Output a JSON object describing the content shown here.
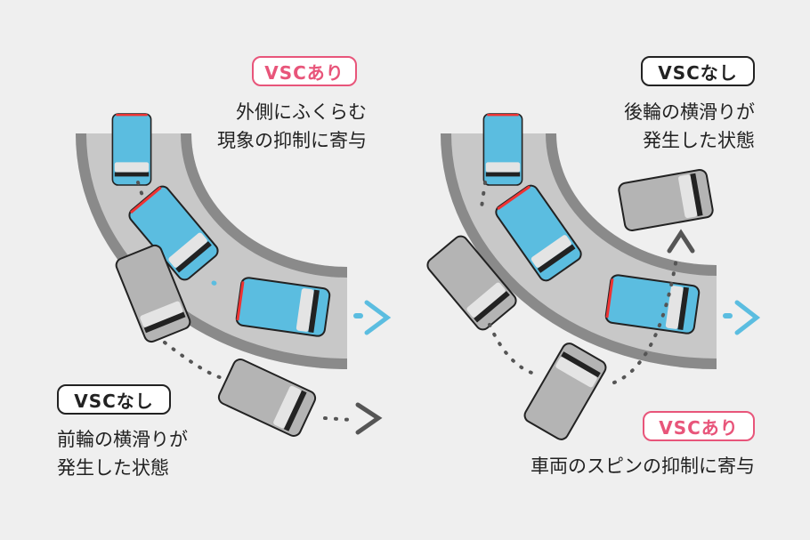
{
  "colors": {
    "vehicle_vsc": "#5bbde0",
    "vehicle_no_vsc": "#b4b4b4",
    "road": "#c8c8c8",
    "curb": "#8a8a8a",
    "accent_on": "#e8557a",
    "background": "#efefef"
  },
  "left_panel": {
    "vsc_on": {
      "badge": "VSCあり",
      "lines": [
        "外側にふくらむ",
        "現象の抑制に寄与"
      ]
    },
    "vsc_off": {
      "badge": "VSCなし",
      "lines": [
        "前輪の横滑りが",
        "発生した状態"
      ]
    }
  },
  "right_panel": {
    "vsc_off": {
      "badge": "VSCなし",
      "lines": [
        "後輪の横滑りが",
        "発生した状態"
      ]
    },
    "vsc_on": {
      "badge": "VSCあり",
      "lines": [
        "車両のスピンの抑制に寄与"
      ]
    }
  }
}
